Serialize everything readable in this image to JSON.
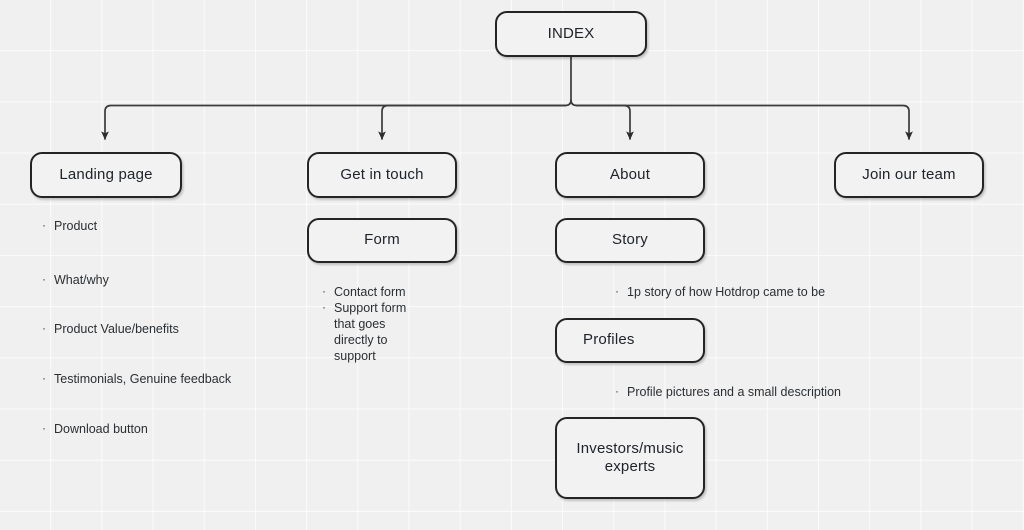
{
  "diagram": {
    "title": "INDEX",
    "type": "sitemap-tree",
    "colors": {
      "canvas_background": "#f0f0f0",
      "grid_line": "#f7f7f7",
      "node_fill": "#f2f2f2",
      "node_border": "#242424",
      "text": "#20242a",
      "connector": "#3a3a3a"
    },
    "root": {
      "label": "INDEX"
    },
    "branches": [
      {
        "id": "landing-page",
        "label": "Landing page",
        "bullets": [
          "Product",
          "What/why",
          "Product Value/benefits",
          "Testimonials, Genuine feedback",
          "Download button"
        ],
        "children": []
      },
      {
        "id": "get-in-touch",
        "label": "Get in touch",
        "bullets": [],
        "children": [
          {
            "id": "form",
            "label": "Form",
            "bullets": [
              "Contact form",
              "Support form that goes directly to support"
            ]
          }
        ]
      },
      {
        "id": "about",
        "label": "About",
        "bullets": [],
        "children": [
          {
            "id": "story",
            "label": "Story",
            "bullets": [
              "1p story of how Hotdrop came to be"
            ]
          },
          {
            "id": "profiles",
            "label": "Profiles",
            "bullets": [
              "Profile pictures and a small description"
            ]
          },
          {
            "id": "investors-music-experts",
            "label": "Investors/music\nexperts",
            "bullets": []
          }
        ]
      },
      {
        "id": "join-our-team",
        "label": "Join our team",
        "bullets": [],
        "children": []
      }
    ],
    "bullet_glyph": "·"
  }
}
